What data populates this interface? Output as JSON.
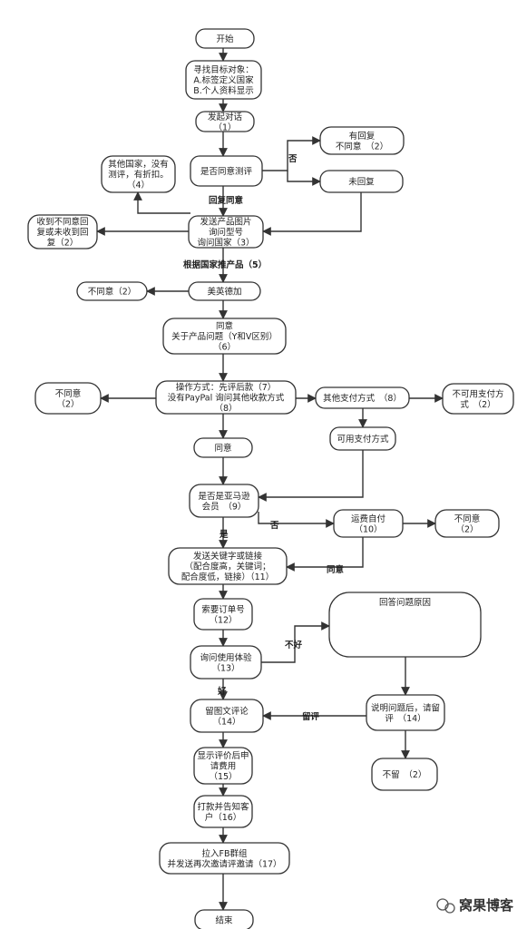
{
  "nodes": {
    "start": [
      "开始"
    ],
    "find_target": [
      "寻找目标对象：",
      "A.标签定义国家",
      "B.个人资料显示"
    ],
    "start_chat": [
      "发起对话",
      "（1）"
    ],
    "agree_review": [
      "是否同意测评"
    ],
    "reply_disagree": [
      "有回复",
      "不同意　（2）"
    ],
    "no_reply": [
      "未回复"
    ],
    "other_countries": [
      "其他国家，没有",
      "测评，有折扣。",
      "（4）"
    ],
    "send_pictures": [
      "发送产品图片",
      "询问型号",
      "询问国家（3）"
    ],
    "received_no": [
      "收到不同意回",
      "复或未收到回",
      "复（2）"
    ],
    "us_uk_de_ca": [
      "美英德加"
    ],
    "disagree_left_1": [
      "不同意（2）"
    ],
    "agree_product": [
      "同意",
      "关于产品问题（Y和V区别）",
      "（6）"
    ],
    "payment_method": [
      "操作方式：先评后款（7）",
      "没有PayPal 询问其他收款方式",
      "（8）"
    ],
    "disagree_left_2": [
      "不同意",
      "（2）"
    ],
    "other_payment": [
      "其他支付方式　（8）"
    ],
    "no_payment": [
      "不可用支付方",
      "式　（2）"
    ],
    "agree_2": [
      "同意"
    ],
    "available_payment": [
      "可用支付方式"
    ],
    "amazon_member": [
      "是否是亚马逊",
      "会员　（9）"
    ],
    "shipping_self": [
      "运费自付",
      "（10）"
    ],
    "disagree_right": [
      "不同意",
      "（2）"
    ],
    "send_keywords": [
      "发送关键字或链接",
      "（配合度高，关键词；",
      "配合度低，链接）（11）"
    ],
    "ask_order": [
      "索要订单号",
      "（12）"
    ],
    "problem_reason": [
      "回答问题原因"
    ],
    "ask_experience": [
      "询问使用体验",
      "（13）"
    ],
    "explain_problem": [
      "说明问题后，请留",
      "评　（14）"
    ],
    "leave_review": [
      "留图文评论",
      "（14）"
    ],
    "no_stay": [
      "不留　（2）"
    ],
    "show_review": [
      "显示评价后申",
      "请费用",
      "（15）"
    ],
    "pay_notify": [
      "打款并告知客",
      "户（16）"
    ],
    "fb_group": [
      "拉入FB群组",
      "并发送再次邀请评邀请（17）"
    ],
    "end": [
      "结束"
    ]
  },
  "edge_labels": {
    "no": "否",
    "reply_agree": "回复同意",
    "by_country": "根据国家推产品（5）",
    "no_2": "否",
    "yes": "是",
    "agree": "同意",
    "bad": "不好",
    "good": "好",
    "leave": "留评"
  },
  "watermark": "窝果博客"
}
